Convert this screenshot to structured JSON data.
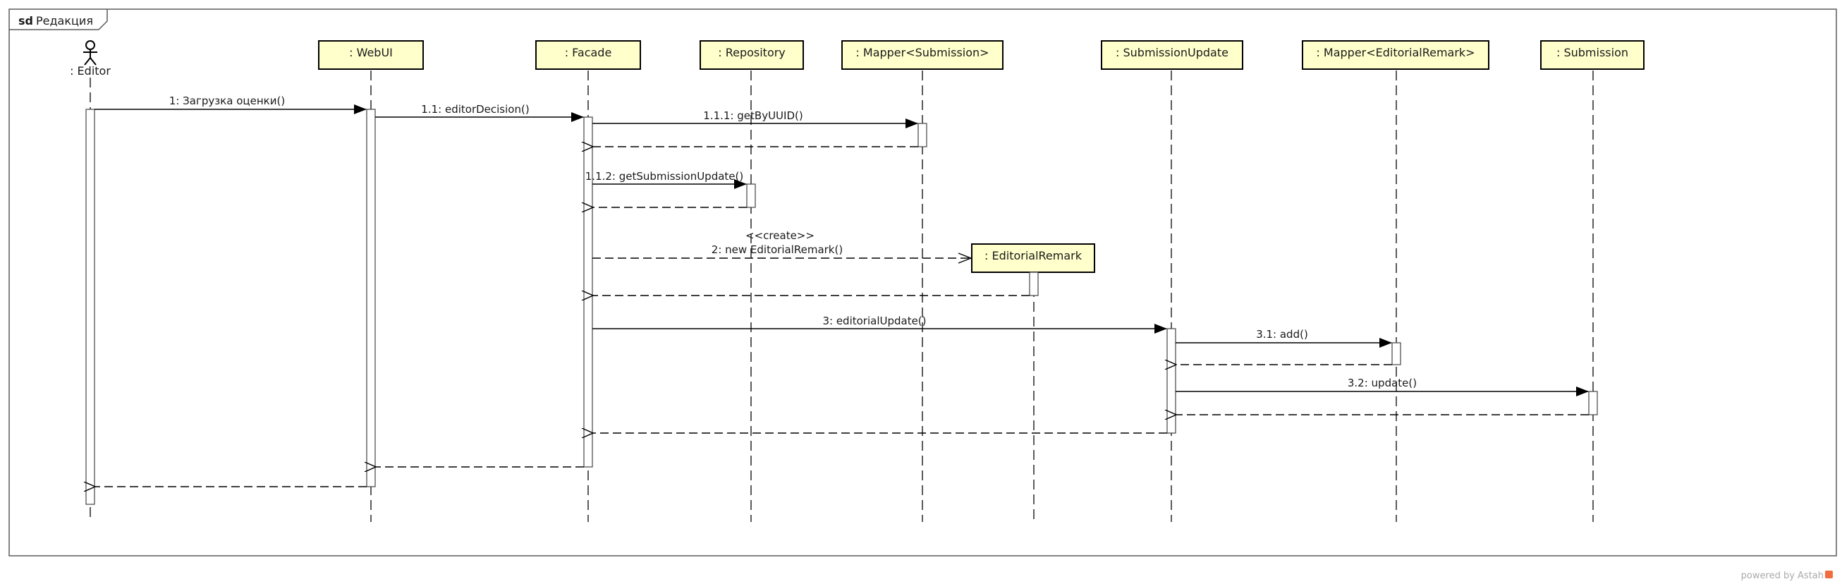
{
  "frame": {
    "keyword": "sd",
    "title": "Редакция"
  },
  "participants": {
    "editor": ": Editor",
    "webui": ": WebUI",
    "facade": ": Facade",
    "repository": ": Repository",
    "mapper_submission": ": Mapper<Submission>",
    "editorial_remark": ": EditorialRemark",
    "submission_update": ": SubmissionUpdate",
    "mapper_editorial_remark": ": Mapper<EditorialRemark>",
    "submission": ": Submission"
  },
  "messages": {
    "m1": "1: Загрузка оценки()",
    "m1_1": "1.1: editorDecision()",
    "m1_1_1": "1.1.1: getByUUID()",
    "m1_1_2": "1.1.2: getSubmissionUpdate()",
    "m2_stereotype": "<<create>>",
    "m2": "2: new EditorialRemark()",
    "m3": "3: editorialUpdate()",
    "m3_1": "3.1: add()",
    "m3_2": "3.2: update()"
  },
  "watermark": {
    "text": "powered by Astah",
    "accent_color": "#f26d3d"
  }
}
